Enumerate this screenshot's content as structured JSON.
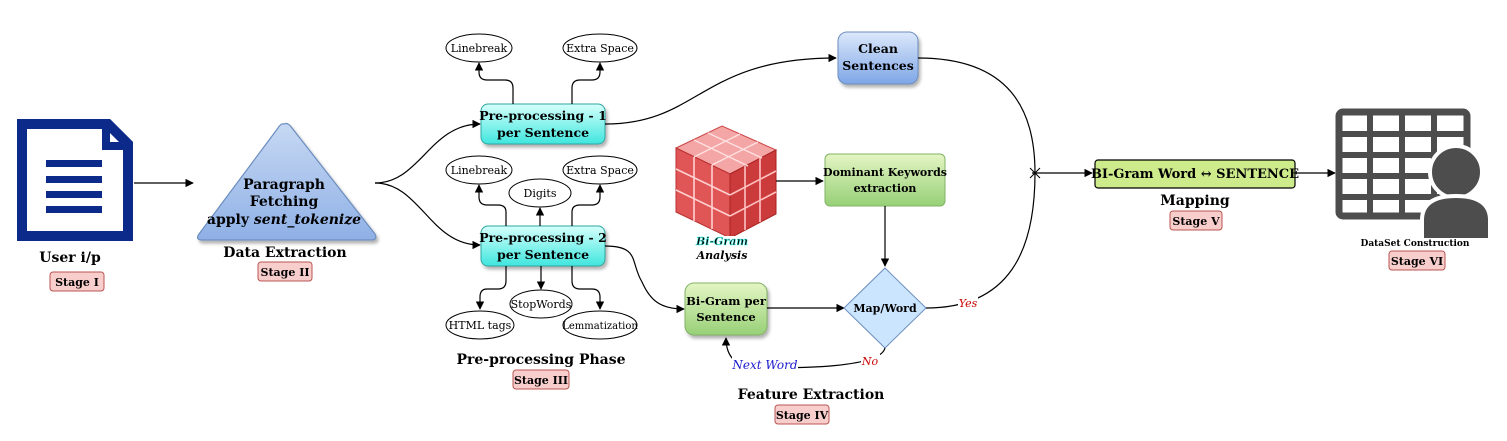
{
  "nodes": {
    "user_input": {
      "label": "User i/p",
      "stage": "Stage I"
    },
    "paragraph": {
      "line1": "Paragraph",
      "line2": "Fetching",
      "line3_prefix": "apply ",
      "line3_italic": "sent_tokenize",
      "caption": "Data Extraction",
      "stage": "Stage II"
    },
    "pre1": {
      "line1": "Pre-processing - 1",
      "line2": "per Sentence"
    },
    "pre2": {
      "line1": "Pre-processing - 2",
      "line2": "per Sentence"
    },
    "pre1_children": [
      "Linebreak",
      "Extra Space"
    ],
    "pre2_children_top": [
      "Linebreak",
      "Digits",
      "Extra Space"
    ],
    "pre2_children_bottom": [
      "HTML tags",
      "StopWords",
      "Lemmatization"
    ],
    "preprocessing_phase": {
      "caption": "Pre-processing Phase",
      "stage": "Stage III"
    },
    "clean": {
      "line1": "Clean",
      "line2": "Sentences"
    },
    "bigram_analysis": {
      "line1": "Bi-Gram",
      "line2": "Analysis"
    },
    "dominant": {
      "line1": "Dominant Keywords",
      "line2": "extraction"
    },
    "bigram_per_sentence": {
      "line1": "Bi-Gram per",
      "line2": "Sentence"
    },
    "mapword": {
      "label": "Map/Word"
    },
    "edge_labels": {
      "yes": "Yes",
      "no": "No",
      "next_word": "Next Word"
    },
    "feature_extraction": {
      "caption": "Feature Extraction",
      "stage": "Stage IV"
    },
    "mapping": {
      "label": "BI-Gram Word ↔ SENTENCE",
      "caption": "Mapping",
      "stage": "Stage V"
    },
    "dataset": {
      "caption": "DataSet Construction",
      "stage": "Stage VI"
    }
  },
  "colors": {
    "doc_blue": "#0b2a8a",
    "triangle_fill": "#a9c4eb",
    "teal": "#4ff0e6",
    "clean_blue": "#8fb3ea",
    "green": "#cdeb8b",
    "green_dark": "#97d077",
    "diamond": "#cce5ff",
    "stage_fill": "#f8cecc",
    "cube_red": "#e05555",
    "dataset_gray": "#4d4d4d",
    "next_word_blue": "#1a1acc",
    "yes_no_red": "#cc0000"
  }
}
